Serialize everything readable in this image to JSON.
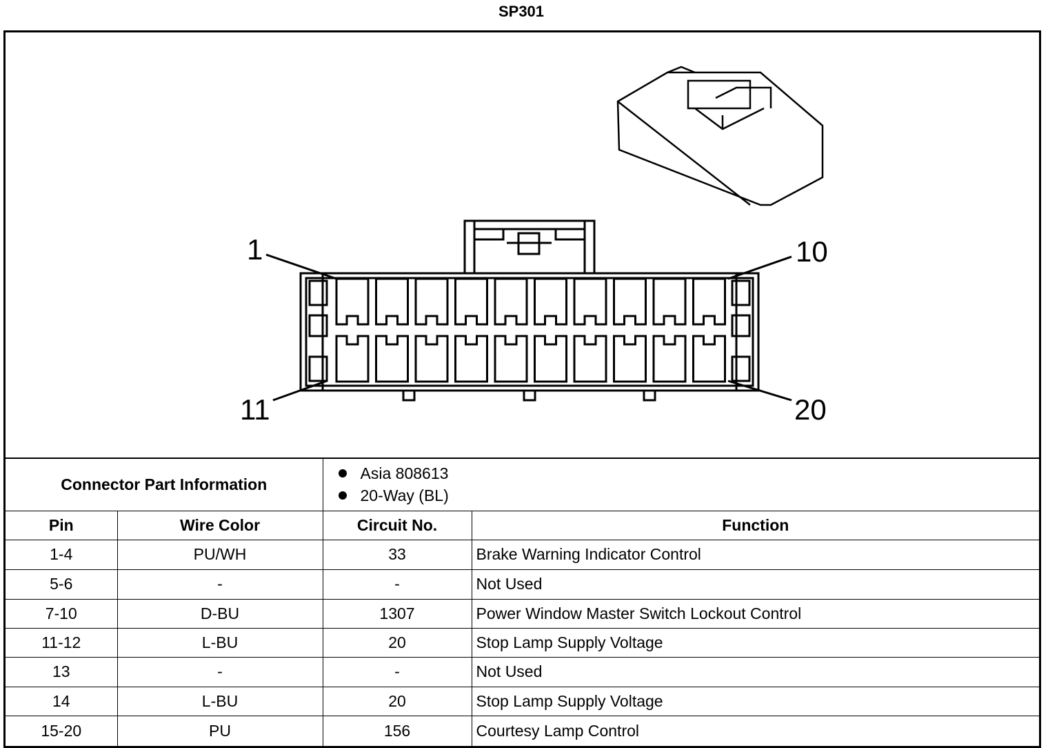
{
  "title": "SP301",
  "connector": {
    "pin_labels": {
      "top_left": "1",
      "top_right": "10",
      "bottom_left": "11",
      "bottom_right": "20"
    }
  },
  "part_info": {
    "label": "Connector Part Information",
    "items": [
      "Asia 808613",
      "20-Way (BL)"
    ]
  },
  "table": {
    "headers": [
      "Pin",
      "Wire Color",
      "Circuit No.",
      "Function"
    ],
    "rows": [
      [
        "1-4",
        "PU/WH",
        "33",
        "Brake Warning Indicator Control"
      ],
      [
        "5-6",
        "-",
        "-",
        "Not Used"
      ],
      [
        "7-10",
        "D-BU",
        "1307",
        "Power Window Master Switch Lockout Control"
      ],
      [
        "11-12",
        "L-BU",
        "20",
        "Stop Lamp Supply Voltage"
      ],
      [
        "13",
        "-",
        "-",
        "Not Used"
      ],
      [
        "14",
        "L-BU",
        "20",
        "Stop Lamp Supply Voltage"
      ],
      [
        "15-20",
        "PU",
        "156",
        "Courtesy Lamp Control"
      ]
    ]
  }
}
